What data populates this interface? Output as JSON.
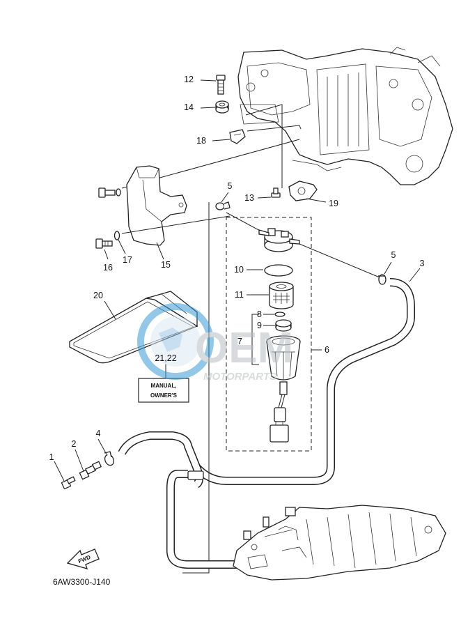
{
  "diagram": {
    "code": "6AW3300-J140",
    "fwd_label": "FWD",
    "manual_label_line1": "MANUAL,",
    "manual_label_line2": "OWNER'S",
    "callouts": {
      "c1": "1",
      "c2": "2",
      "c3": "3",
      "c4": "4",
      "c5a": "5",
      "c5b": "5",
      "c6": "6",
      "c7": "7",
      "c8": "8",
      "c9": "9",
      "c10": "10",
      "c11": "11",
      "c12": "12",
      "c13": "13",
      "c14": "14",
      "c15": "15",
      "c16": "16",
      "c17": "17",
      "c18": "18",
      "c19": "19",
      "c20": "20",
      "c21_22": "21,22"
    }
  },
  "watermark": {
    "brand": "OEM",
    "tagline": "MOTORPARTS",
    "color": "#3a9ad6"
  }
}
